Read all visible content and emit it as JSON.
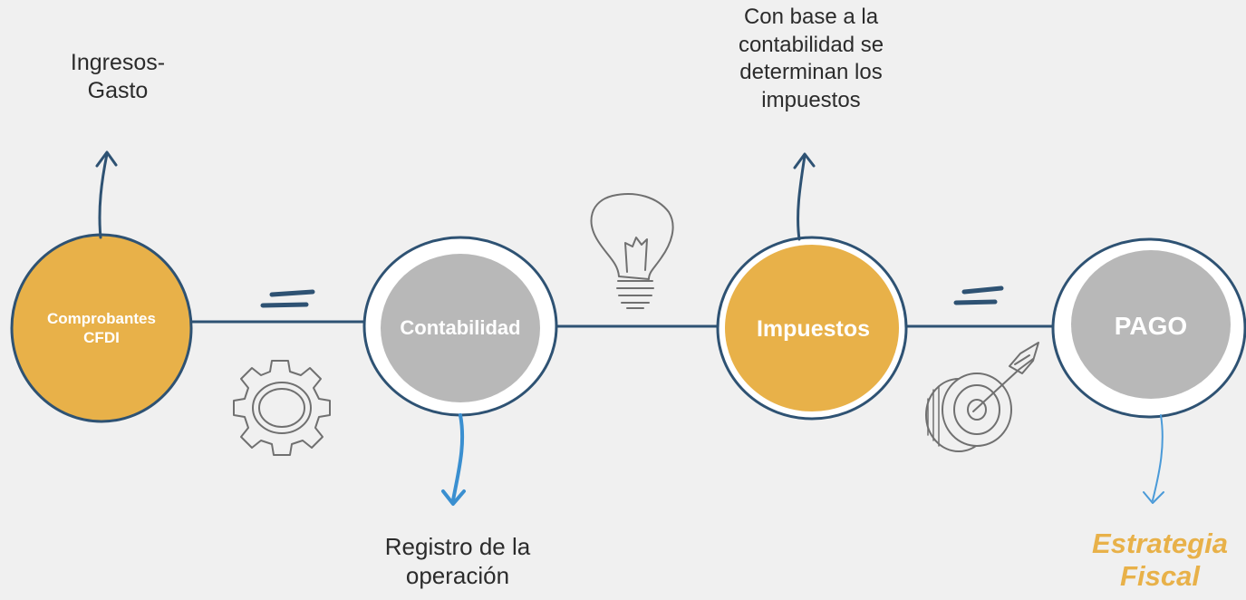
{
  "colors": {
    "background": "#f0f0f0",
    "line": "#2e5273",
    "gold": "#e8b149",
    "grey": "#b8b8b8",
    "blue_arrow": "#3a8fd0",
    "icon_stroke": "#707070",
    "strategy_text": "#e8b149"
  },
  "nodes": [
    {
      "label": "Comprobantes\nCFDI",
      "fill": "gold"
    },
    {
      "label": "Contabilidad",
      "fill": "grey"
    },
    {
      "label": "Impuestos",
      "fill": "gold"
    },
    {
      "label": "PAGO",
      "fill": "grey"
    }
  ],
  "annotations": {
    "ingresos_gasto": "Ingresos-\nGasto",
    "registro": "Registro de la\noperación",
    "con_base": "Con base a la\ncontabilidad se\ndeterminan los\nimpuestos",
    "estrategia": "Estrategia\nFiscal"
  },
  "icons": [
    "equals-icon",
    "gear-icon",
    "lightbulb-icon",
    "equals-icon",
    "target-icon"
  ]
}
